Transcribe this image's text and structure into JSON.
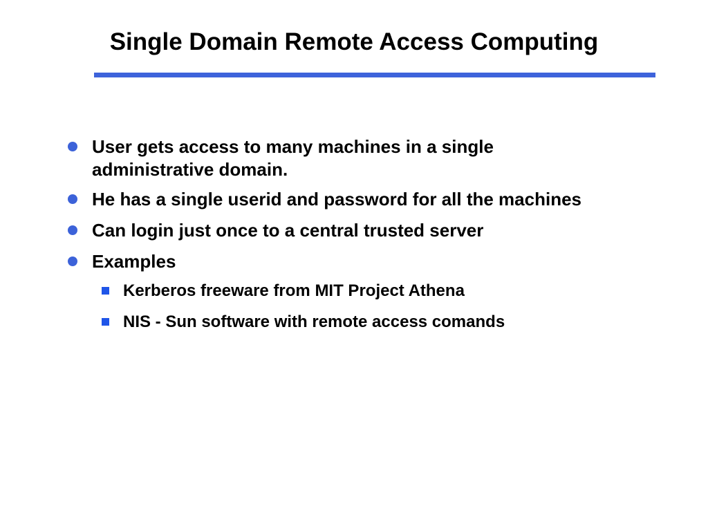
{
  "slide": {
    "title": "Single Domain Remote Access Computing",
    "accent_colors": {
      "title_text": "#000000",
      "body_text": "#000000",
      "title_rule": "#3e63db",
      "circle_bullet": "#3c62d9",
      "square_bullet": "#1f55e8",
      "background": "#ffffff"
    },
    "bullets": [
      {
        "level": 1,
        "text": "User gets access to many machines in a single administrative domain."
      },
      {
        "level": 1,
        "text": "He has a single userid and password for all the machines"
      },
      {
        "level": 1,
        "text": "Can login just once to a central trusted server"
      },
      {
        "level": 1,
        "text": "Examples"
      },
      {
        "level": 2,
        "text": "Kerberos freeware from MIT Project Athena"
      },
      {
        "level": 2,
        "text": "NIS - Sun software with remote access comands"
      }
    ]
  }
}
